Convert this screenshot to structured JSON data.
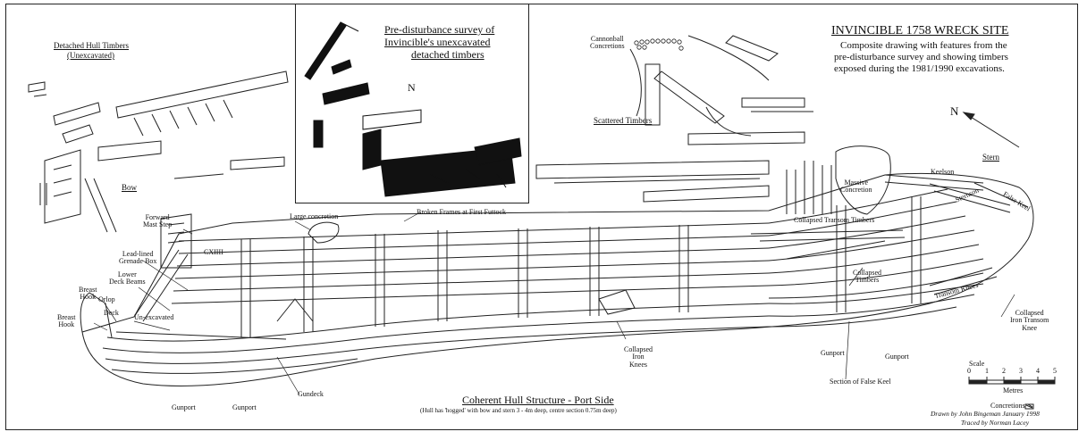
{
  "title": {
    "main": "INVINCIBLE 1758 WRECK SITE",
    "line1": "Composite drawing with features from the",
    "line2": "pre-disturbance survey and showing timbers",
    "line3": "exposed during the 1981/1990 excavations."
  },
  "inset": {
    "title1": "Pre-disturbance survey of",
    "title2": "Invincible's unexcavated",
    "title3": "detached timbers",
    "north": "N"
  },
  "north_main": "N",
  "headings": {
    "detached1": "Detached Hull Timbers",
    "detached2": "(Unexcavated)",
    "bow": "Bow",
    "stern": "Stern",
    "scattered": "Scattered Timbers",
    "coherent": "Coherent Hull Structure - Port Side",
    "coherent_note": "(Hull has 'hogged' with bow and stern 3 - 4m deep, centre section 0.75m deep)"
  },
  "labels": {
    "cannonball1": "Cannonball",
    "cannonball2": "Concretions",
    "forward_mast1": "Forward",
    "forward_mast2": "Mast Step",
    "cxiiii": "CXIIII",
    "lead_lined1": "Lead-lined",
    "lead_lined2": "Grenade Box",
    "lower_deck1": "Lower",
    "lower_deck2": "Deck Beams",
    "orlop": "Orlop",
    "breast_hook_a1": "Breast",
    "breast_hook_a2": "Hook",
    "breast_hook_b1": "Breast",
    "breast_hook_b2": "Hook",
    "deck": "Deck",
    "unexcavated": "Un-excavated",
    "large_concretion": "Large concretion",
    "broken_frames": "Broken Frames at First Futtock",
    "keelson": "Keelson",
    "massive1": "Massive",
    "massive2": "Concretion",
    "sternson": "Sternson",
    "false_keel": "False Keel",
    "collapsed_transom": "Collapsed Transom Timbers",
    "collapsed_timbers1": "Collapsed",
    "collapsed_timbers2": "Timbers",
    "transom_knees": "Transom Knees",
    "collapsed_iron_transom1": "Collapsed",
    "collapsed_iron_transom2": "Iron Transom",
    "collapsed_iron_transom3": "Knee",
    "collapsed_iron_knees1": "Collapsed",
    "collapsed_iron_knees2": "Iron",
    "collapsed_iron_knees3": "Knees",
    "gundeck": "Gundeck",
    "gunport_1": "Gunport",
    "gunport_2": "Gunport",
    "gunport_3": "Gunport",
    "gunport_4": "Gunport",
    "section_false_keel": "Section of False Keel"
  },
  "scale": {
    "title": "Scale",
    "ticks": [
      "0",
      "1",
      "2",
      "3",
      "4",
      "5"
    ],
    "unit": "Metres",
    "concretions": "Concretions"
  },
  "credits": {
    "drawn": "Drawn by John Bingeman January 1998",
    "traced": "Traced by Norman Lacey"
  }
}
